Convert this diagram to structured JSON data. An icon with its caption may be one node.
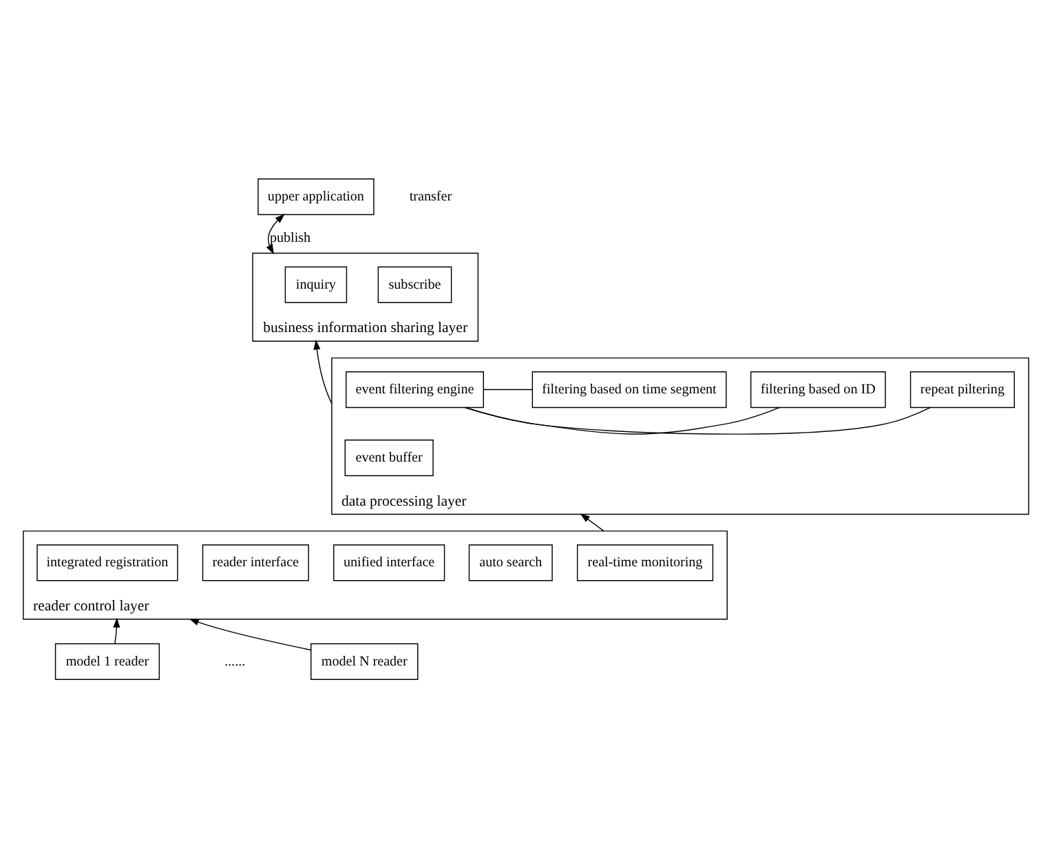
{
  "diagram": {
    "nodes": [
      {
        "text": [
          "upper application"
        ]
      },
      {
        "text": [
          "business information sharing layer"
        ]
      },
      {
        "text": [
          "inquiry"
        ],
        "in": 1
      },
      {
        "text": [
          "subscribe"
        ],
        "in": 1
      },
      {
        "text": [
          "data processing layer"
        ]
      },
      {
        "text": [
          "event filtering engine"
        ],
        "in": 4
      },
      {
        "text": [
          "repeat piltering"
        ],
        "in": 4
      },
      {
        "text": [
          "filtering based on ID"
        ],
        "in": 4
      },
      {
        "text": [
          "filtering based on time segment"
        ],
        "in": 4
      },
      {
        "text": [
          "event buffer"
        ],
        "in": 4
      },
      {
        "text": [
          "reader control layer"
        ]
      },
      {
        "text": [
          "integrated registration"
        ],
        "in": 10
      },
      {
        "text": [
          "auto search"
        ],
        "in": 10
      },
      {
        "text": [
          "unified interface"
        ],
        "in": 10
      },
      {
        "text": [
          "reader interface"
        ],
        "in": 10
      },
      {
        "text": [
          "real-time monitoring"
        ],
        "in": 10
      },
      {
        "text": [
          "model 1 reader"
        ]
      },
      {
        "text": [
          "model N reader"
        ]
      }
    ],
    "edges": [
      {
        "from": 0,
        "to": 1,
        "arrow": "both",
        "label": "publish"
      },
      {
        "from": 4,
        "to": 1,
        "arrow": "to"
      },
      {
        "from": 5,
        "to": 6,
        "arrow": "none"
      },
      {
        "from": 5,
        "to": 7,
        "arrow": "none"
      },
      {
        "from": 5,
        "to": 8,
        "arrow": "none"
      },
      {
        "from": 10,
        "to": 4,
        "arrow": "to"
      },
      {
        "from": 16,
        "to": 10,
        "arrow": "to"
      },
      {
        "from": 17,
        "to": 10,
        "arrow": "to"
      }
    ],
    "labels": [
      "transfer",
      "......"
    ]
  }
}
